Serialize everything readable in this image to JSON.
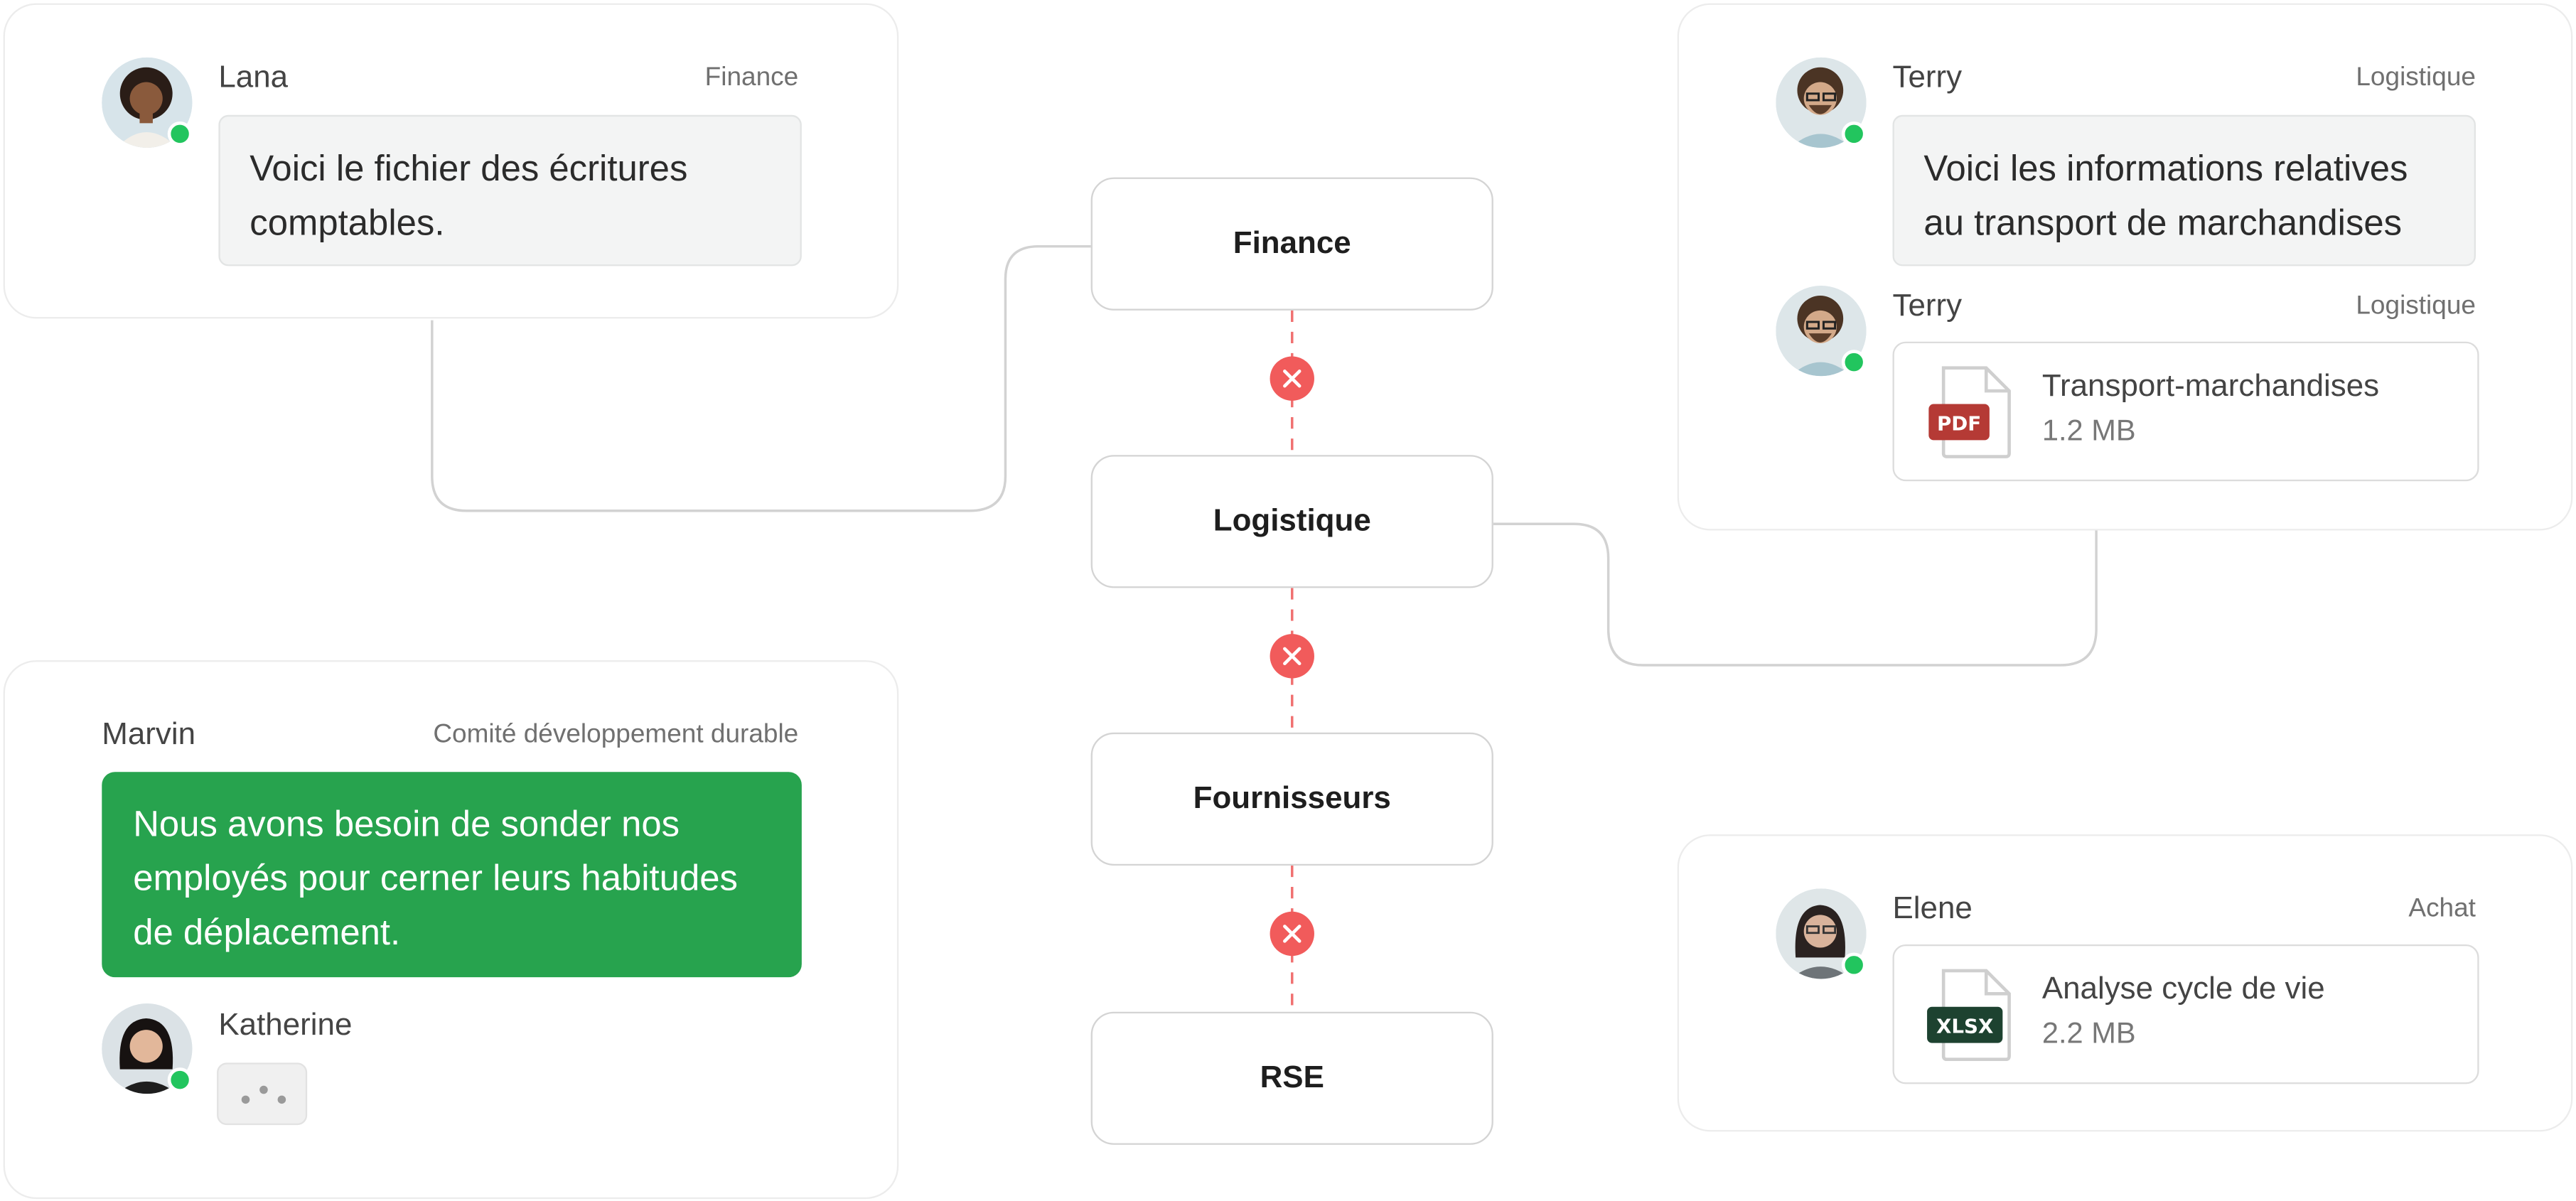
{
  "nodes": [
    {
      "label": "Finance"
    },
    {
      "label": "Logistique"
    },
    {
      "label": "Fournisseurs"
    },
    {
      "label": "RSE"
    }
  ],
  "chat_lana": {
    "name": "Lana",
    "dept": "Finance",
    "message": "Voici le fichier des écritures comptables."
  },
  "chat_terry": {
    "message1": {
      "name": "Terry",
      "dept": "Logistique",
      "text": "Voici les informations relatives au transport de marchandises"
    },
    "message2": {
      "name": "Terry",
      "dept": "Logistique",
      "file": {
        "type": "PDF",
        "name": "Transport-marchandises",
        "size": "1.2 MB"
      }
    }
  },
  "chat_marvin": {
    "name": "Marvin",
    "dept": "Comité développement durable",
    "message": "Nous avons besoin de sonder nos employés pour cerner leurs habitudes de déplacement."
  },
  "chat_katherine": {
    "name": "Katherine"
  },
  "chat_elene": {
    "name": "Elene",
    "dept": "Achat",
    "file": {
      "type": "XLSX",
      "name": "Analyse cycle de vie",
      "size": "2.2 MB"
    }
  },
  "colors": {
    "online": "#22c55e",
    "brand_green": "#27a34e",
    "blocked": "#f15b5b",
    "pdf": "#b53a35",
    "xlsx": "#1d4230"
  }
}
